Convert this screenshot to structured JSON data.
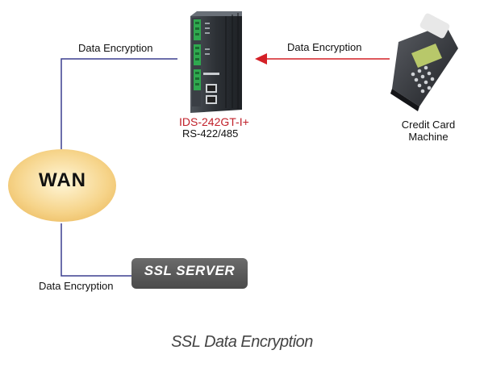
{
  "nodes": {
    "wan": {
      "label": "WAN"
    },
    "ssl_server": {
      "label": "SSL SERVER"
    },
    "device": {
      "name": "IDS-242GT-I+",
      "interface": "RS-422/485"
    },
    "credit_card": {
      "label_line1": "Credit Card",
      "label_line2": "Machine"
    }
  },
  "edges": {
    "wan_to_device": {
      "label": "Data Encryption"
    },
    "card_to_device": {
      "label": "Data Encryption"
    },
    "wan_to_ssl": {
      "label": "Data Encryption"
    }
  },
  "caption": "SSL Data Encryption",
  "colors": {
    "line": "#3b3f8f",
    "arrow": "#d42027",
    "wan_fill": "#f6d48a",
    "ssl_fill": "#5a5a5a",
    "device_name": "#c0202a"
  }
}
